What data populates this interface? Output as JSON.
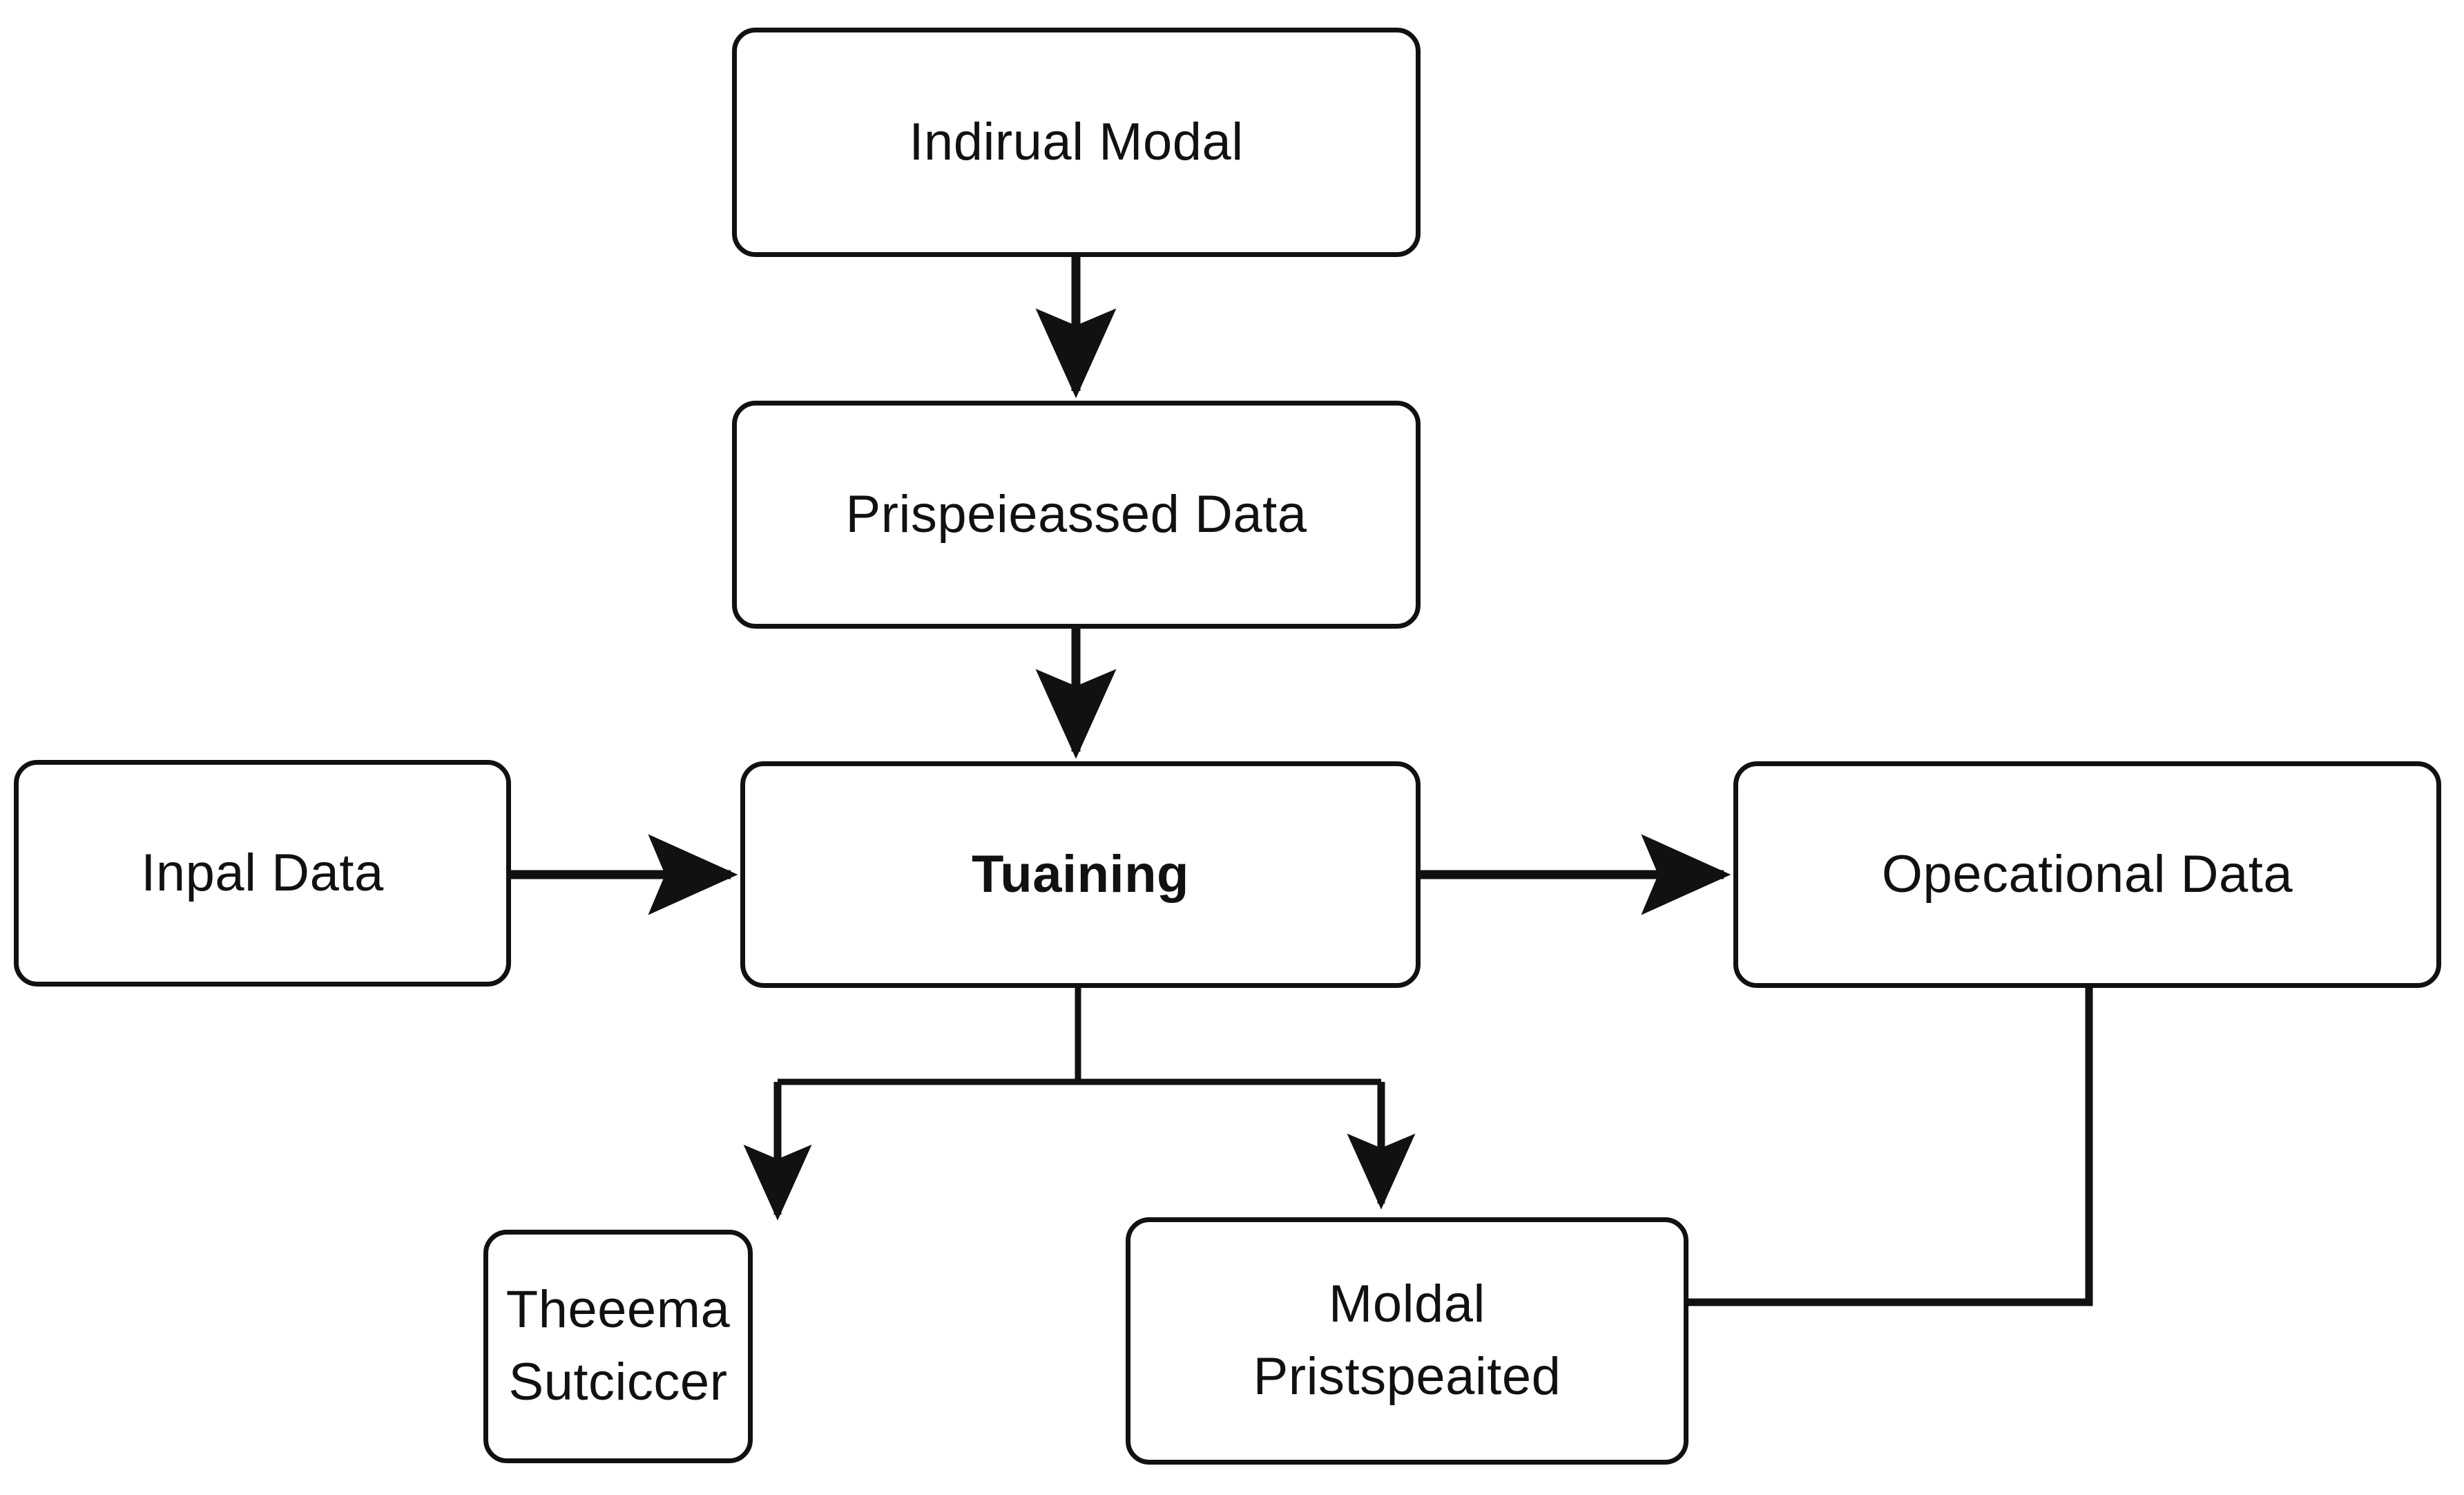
{
  "diagram": {
    "type": "flowchart",
    "orientation": "top-to-bottom",
    "background_color": "#ffffff",
    "line_color": "#111111",
    "text_color": "#111111",
    "nodes": [
      {
        "id": "source",
        "label": "Indirual Modal",
        "shape": "rounded-rectangle",
        "bold": false
      },
      {
        "id": "preprocessed",
        "label": "Prispeieassed Data",
        "shape": "rounded-rectangle",
        "bold": false
      },
      {
        "id": "input",
        "label": "Inpal Data",
        "shape": "rounded-rectangle",
        "bold": false
      },
      {
        "id": "training",
        "label": "Tuaining",
        "shape": "rounded-rectangle",
        "bold": true
      },
      {
        "id": "operational",
        "label": "Opecational Data",
        "shape": "rounded-rectangle",
        "bold": false
      },
      {
        "id": "evaluation",
        "label": "Theeema\nSutciccer",
        "shape": "rounded-rectangle",
        "bold": false
      },
      {
        "id": "prediction",
        "label": "Moldal\nPristspeaited",
        "shape": "rounded-rectangle",
        "bold": false
      }
    ],
    "edges": [
      {
        "from": "source",
        "to": "preprocessed",
        "direction": "down",
        "arrowhead": true
      },
      {
        "from": "preprocessed",
        "to": "training",
        "direction": "down",
        "arrowhead": true
      },
      {
        "from": "input",
        "to": "training",
        "direction": "right",
        "arrowhead": true
      },
      {
        "from": "training",
        "to": "operational",
        "direction": "right",
        "arrowhead": true
      },
      {
        "from": "training",
        "to": "evaluation",
        "direction": "down",
        "arrowhead": true,
        "routing": "split-bus"
      },
      {
        "from": "training",
        "to": "prediction",
        "direction": "down",
        "arrowhead": true,
        "routing": "split-bus"
      },
      {
        "from": "operational",
        "to": "prediction",
        "direction": "left",
        "arrowhead": false,
        "routing": "elbow"
      }
    ]
  }
}
